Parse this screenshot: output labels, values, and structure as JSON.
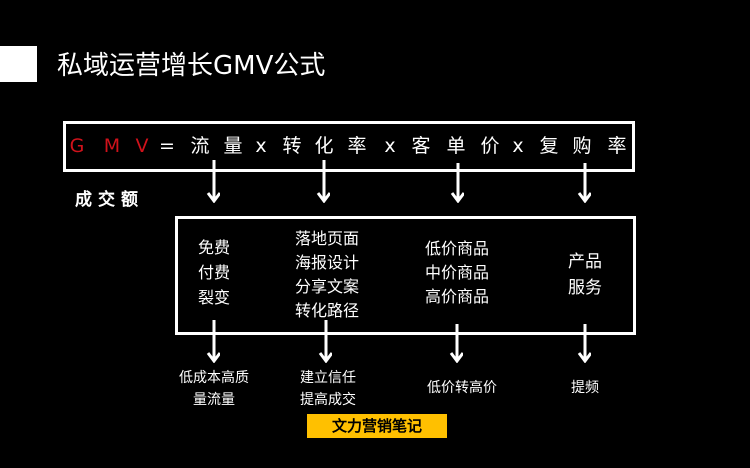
{
  "title": "私域运营增长GMV公式",
  "formula": {
    "tokens": [
      {
        "text": "G",
        "kind": "gmv"
      },
      {
        "text": "M",
        "kind": "gmv"
      },
      {
        "text": "V",
        "kind": "gmv"
      },
      {
        "text": "=",
        "kind": "op"
      },
      {
        "text": "流",
        "kind": "term"
      },
      {
        "text": "量",
        "kind": "term"
      },
      {
        "text": "x",
        "kind": "op"
      },
      {
        "text": "转",
        "kind": "term"
      },
      {
        "text": "化",
        "kind": "term"
      },
      {
        "text": "率",
        "kind": "term"
      },
      {
        "text": "x",
        "kind": "op"
      },
      {
        "text": "客",
        "kind": "term"
      },
      {
        "text": "单",
        "kind": "term"
      },
      {
        "text": "价",
        "kind": "term"
      },
      {
        "text": "x",
        "kind": "op"
      },
      {
        "text": "复",
        "kind": "term"
      },
      {
        "text": "购",
        "kind": "term"
      },
      {
        "text": "率",
        "kind": "term"
      }
    ],
    "gmv_label": "成交额",
    "gmv_color": "#d0121b"
  },
  "columns": [
    {
      "items": [
        "免费",
        "付费",
        "裂变"
      ],
      "result": [
        "低成本高质",
        "量流量"
      ]
    },
    {
      "items": [
        "落地页面",
        "海报设计",
        "分享文案",
        "转化路径"
      ],
      "result": [
        "建立信任",
        "提高成交"
      ]
    },
    {
      "items": [
        "低价商品",
        "中价商品",
        "高价商品"
      ],
      "result": [
        "低价转高价"
      ]
    },
    {
      "items": [
        "产品",
        "服务"
      ],
      "result": [
        "提频"
      ]
    }
  ],
  "watermark": {
    "text": "文力营销笔记",
    "color": "#ffc000"
  }
}
